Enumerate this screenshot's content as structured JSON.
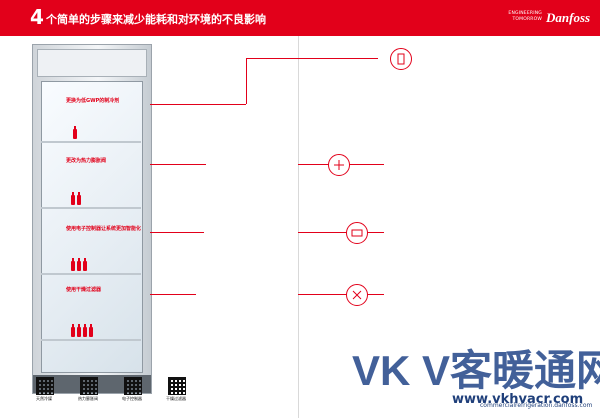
{
  "header": {
    "number": "4",
    "title": "个简单的步骤来减少能耗和对环境的不良影响",
    "engineering_line1": "ENGINEERING",
    "engineering_line2": "TOMORROW",
    "brand": "Danfoss"
  },
  "fridge_labels": [
    "更换为低GWP的制冷剂",
    "更改为热力膨胀阀",
    "使用电子控制器让系统更加智能化",
    "使用干燥过滤器"
  ],
  "qr_codes": [
    {
      "label": "天然冷媒"
    },
    {
      "label": "热力膨胀阀"
    },
    {
      "label": "电子控制器"
    },
    {
      "label": "干燥过滤器"
    }
  ],
  "watermark": {
    "logo": "VK V客暖通网",
    "url": "www.vkhvacr.com",
    "sub": "commercialrefrigeration.danfoss.com"
  },
  "colors": {
    "brand_red": "#e2001a",
    "watermark_blue": "#2e4f8f"
  }
}
